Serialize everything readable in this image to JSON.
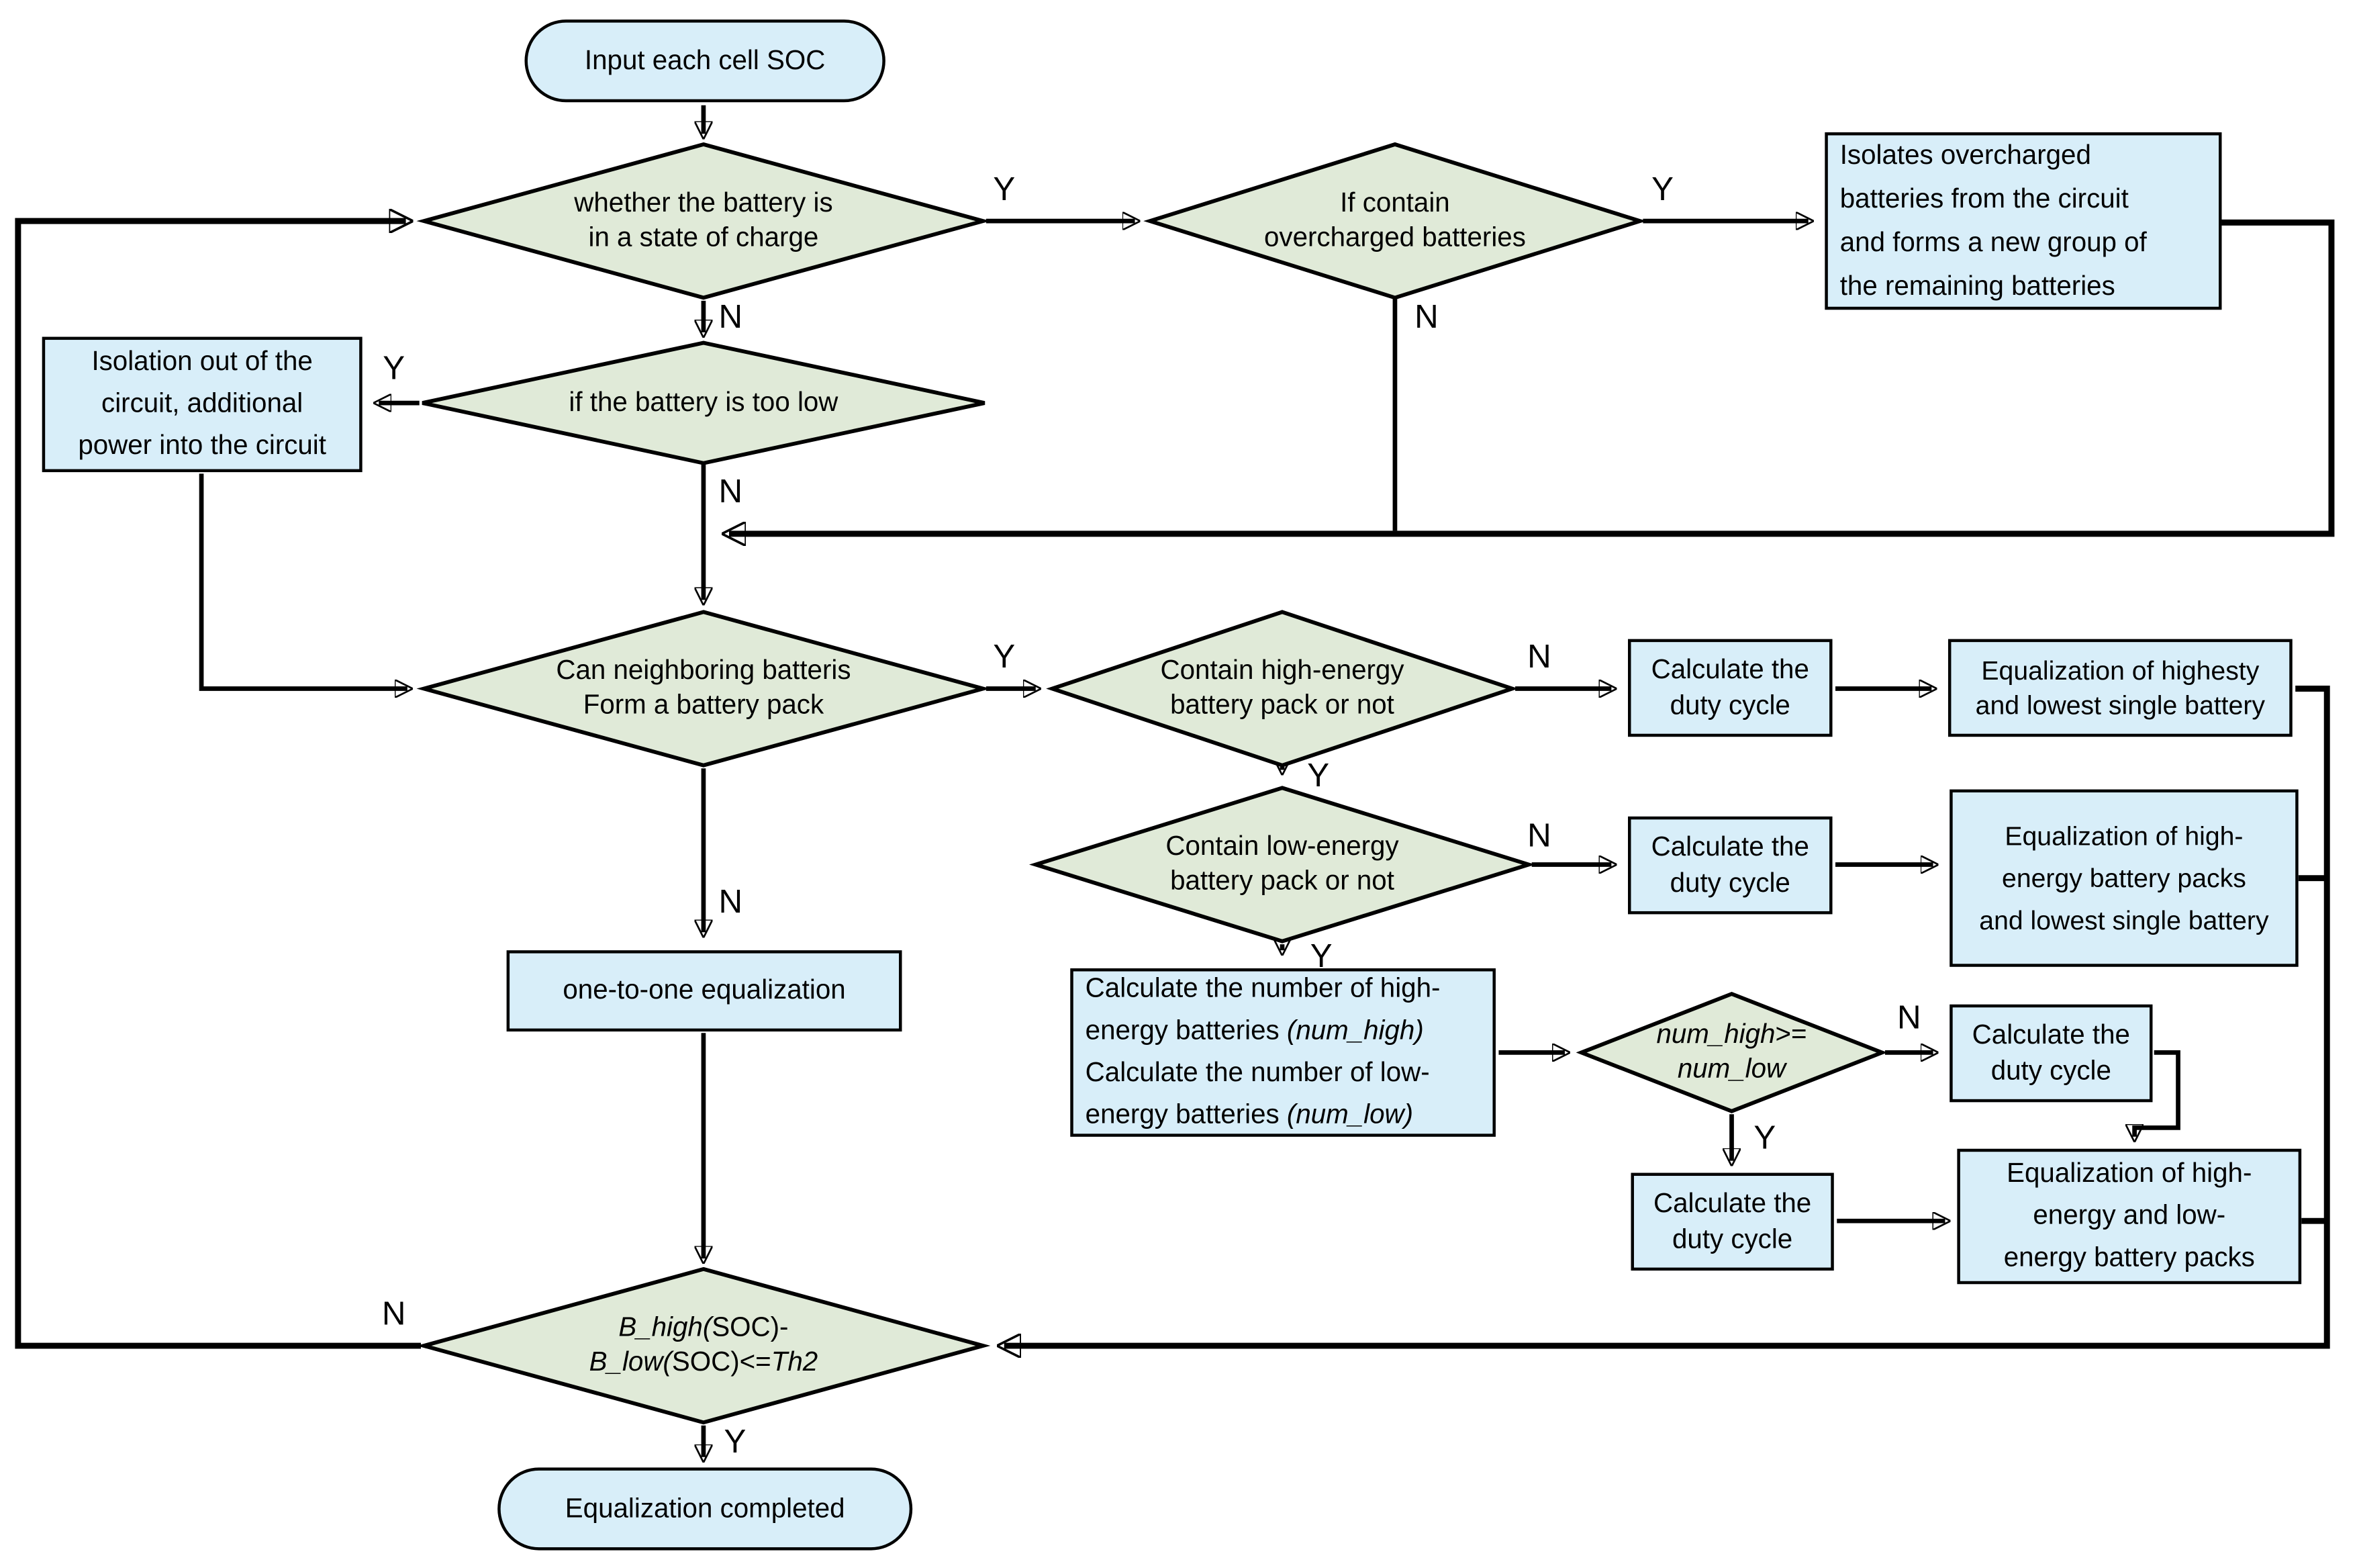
{
  "diagram": {
    "colors": {
      "process_fill": "#d8eef9",
      "terminal_fill": "#d8eef9",
      "decision_fill": "#e0ead8",
      "border": "#000000",
      "line": "#000000"
    },
    "labels": {
      "yes": "Y",
      "no": "N"
    },
    "nodes": {
      "start": {
        "lines": [
          "Input each cell SOC"
        ]
      },
      "check_charge": {
        "lines": [
          "whether the battery is",
          "in a state of charge"
        ]
      },
      "contain_overcharged": {
        "lines": [
          "If contain",
          "overcharged batteries"
        ]
      },
      "isolates_overcharged": {
        "lines": [
          "Isolates overcharged",
          "batteries from the circuit",
          "and forms a new group of",
          "the remaining batteries"
        ]
      },
      "battery_too_low": {
        "lines": [
          "if the battery is too low"
        ]
      },
      "isolation_out": {
        "lines": [
          "Isolation out of the",
          "circuit, additional",
          "power into the circuit"
        ]
      },
      "can_neighboring": {
        "lines": [
          "Can neighboring batteris",
          "Form a battery pack"
        ]
      },
      "contain_high_energy": {
        "lines": [
          "Contain high-energy",
          "battery pack or not"
        ]
      },
      "duty_cycle_1": {
        "lines": [
          "Calculate the",
          "duty cycle"
        ]
      },
      "eq_highest_lowest": {
        "lines": [
          "Equalization of highesty",
          "and lowest single battery"
        ]
      },
      "contain_low_energy": {
        "lines": [
          "Contain low-energy",
          "battery pack or not"
        ]
      },
      "duty_cycle_2": {
        "lines": [
          "Calculate the",
          "duty cycle"
        ]
      },
      "eq_high_packs_lowest": {
        "lines": [
          "Equalization of high-",
          "energy battery packs",
          "and lowest single battery"
        ]
      },
      "count_batteries": {
        "lines": [
          "Calculate the number of high-",
          [
            [
              "energy batteries ",
              false
            ],
            [
              "(num_high)",
              true
            ]
          ],
          "Calculate the number of low-",
          [
            [
              "energy batteries ",
              false
            ],
            [
              "(num_low)",
              true
            ]
          ]
        ]
      },
      "num_compare": {
        "lines": [
          [
            [
              "num_high",
              true
            ],
            [
              ">=",
              false
            ]
          ],
          [
            [
              "num_low",
              true
            ]
          ]
        ]
      },
      "duty_cycle_3": {
        "lines": [
          "Calculate the",
          "duty cycle"
        ]
      },
      "duty_cycle_4": {
        "lines": [
          "Calculate the",
          "duty cycle"
        ]
      },
      "eq_high_low_packs": {
        "lines": [
          "Equalization of high-",
          "energy and low-",
          "energy battery packs"
        ]
      },
      "one_to_one": {
        "lines": [
          "one-to-one equalization"
        ]
      },
      "soc_diff_check": {
        "lines": [
          [
            [
              "B_high(",
              true
            ],
            [
              "SOC)-",
              false
            ]
          ],
          [
            [
              "B_low(",
              true
            ],
            [
              "SOC)<=",
              false
            ],
            [
              "Th2",
              true
            ]
          ]
        ]
      },
      "end": {
        "lines": [
          "Equalization completed"
        ]
      }
    }
  }
}
